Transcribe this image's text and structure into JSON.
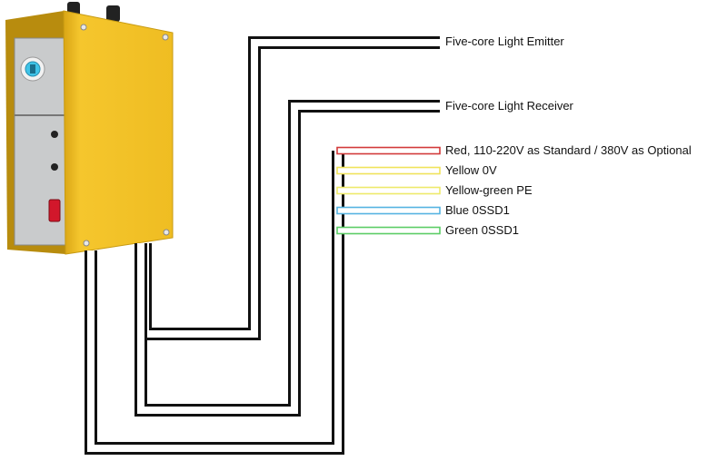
{
  "labels": {
    "emitter": "Five-core Light Emitter",
    "receiver": "Five-core Light Receiver"
  },
  "wires": [
    {
      "label": "Red, 110-220V as Standard / 380V as Optional",
      "color": "#d23a3a"
    },
    {
      "label": "Yellow 0V",
      "color": "#f0e35a"
    },
    {
      "label": "Yellow-green PE",
      "color": "#eeea6a"
    },
    {
      "label": "Blue 0SSD1",
      "color": "#55b4e2"
    },
    {
      "label": "Green 0SSD1",
      "color": "#5ccd66"
    }
  ],
  "device": {
    "body_color": "#f2c128",
    "panel_color": "#c9cbcc",
    "key_color": "#3fc4e8",
    "switch_color": "#d2172b"
  }
}
